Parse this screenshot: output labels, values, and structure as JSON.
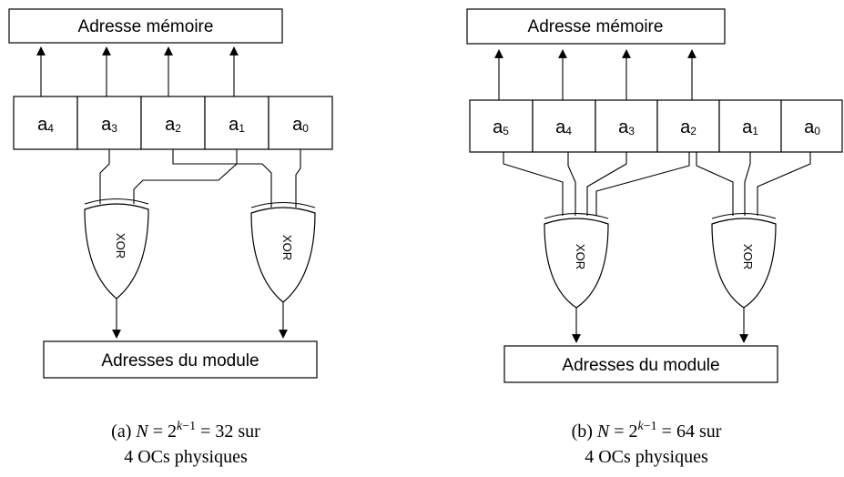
{
  "diagrams": [
    {
      "top_label": "Adresse mémoire",
      "bits": [
        "a4",
        "a3",
        "a2",
        "a1",
        "a0"
      ],
      "gate_label": "XOR",
      "bottom_label": "Adresses du module",
      "caption_line1": "(a) N = 2^(k−1) = 32 sur",
      "caption_line2": "4 OCs physiques"
    },
    {
      "top_label": "Adresse mémoire",
      "bits": [
        "a5",
        "a4",
        "a3",
        "a2",
        "a1",
        "a0"
      ],
      "gate_label": "XOR",
      "bottom_label": "Adresses du module",
      "caption_line1": "(b) N = 2^(k−1) = 64 sur",
      "caption_line2": "4 OCs physiques"
    }
  ]
}
